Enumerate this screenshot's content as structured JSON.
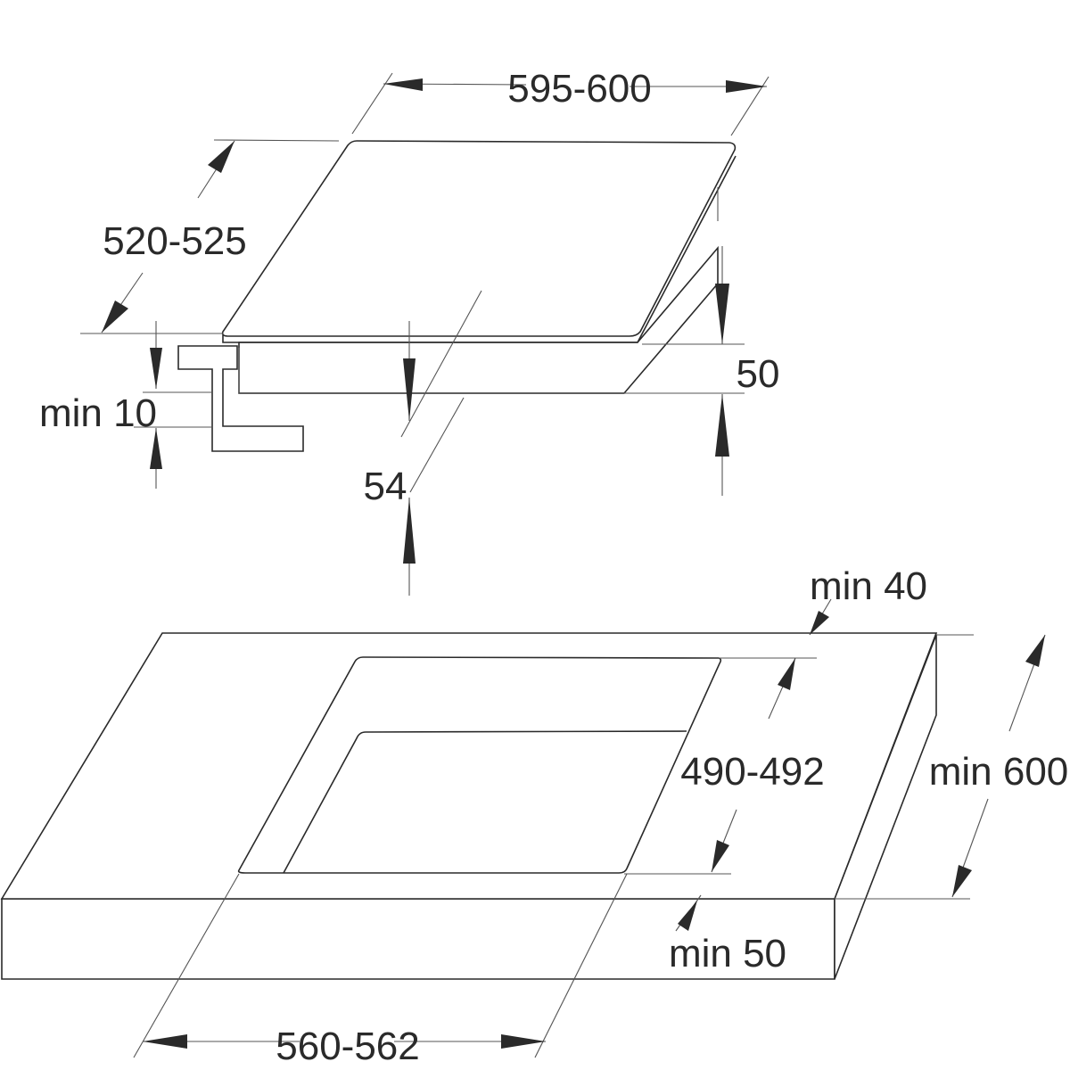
{
  "dimensions": {
    "hob_width": "595-600",
    "hob_depth": "520-525",
    "min_clearance_below": "min 10",
    "hob_height": "50",
    "built_in_depth": "54",
    "min_back_distance": "min 40",
    "cutout_depth": "490-492",
    "worktop_depth": "min 600",
    "min_front_distance": "min 50",
    "cutout_width": "560-562"
  }
}
